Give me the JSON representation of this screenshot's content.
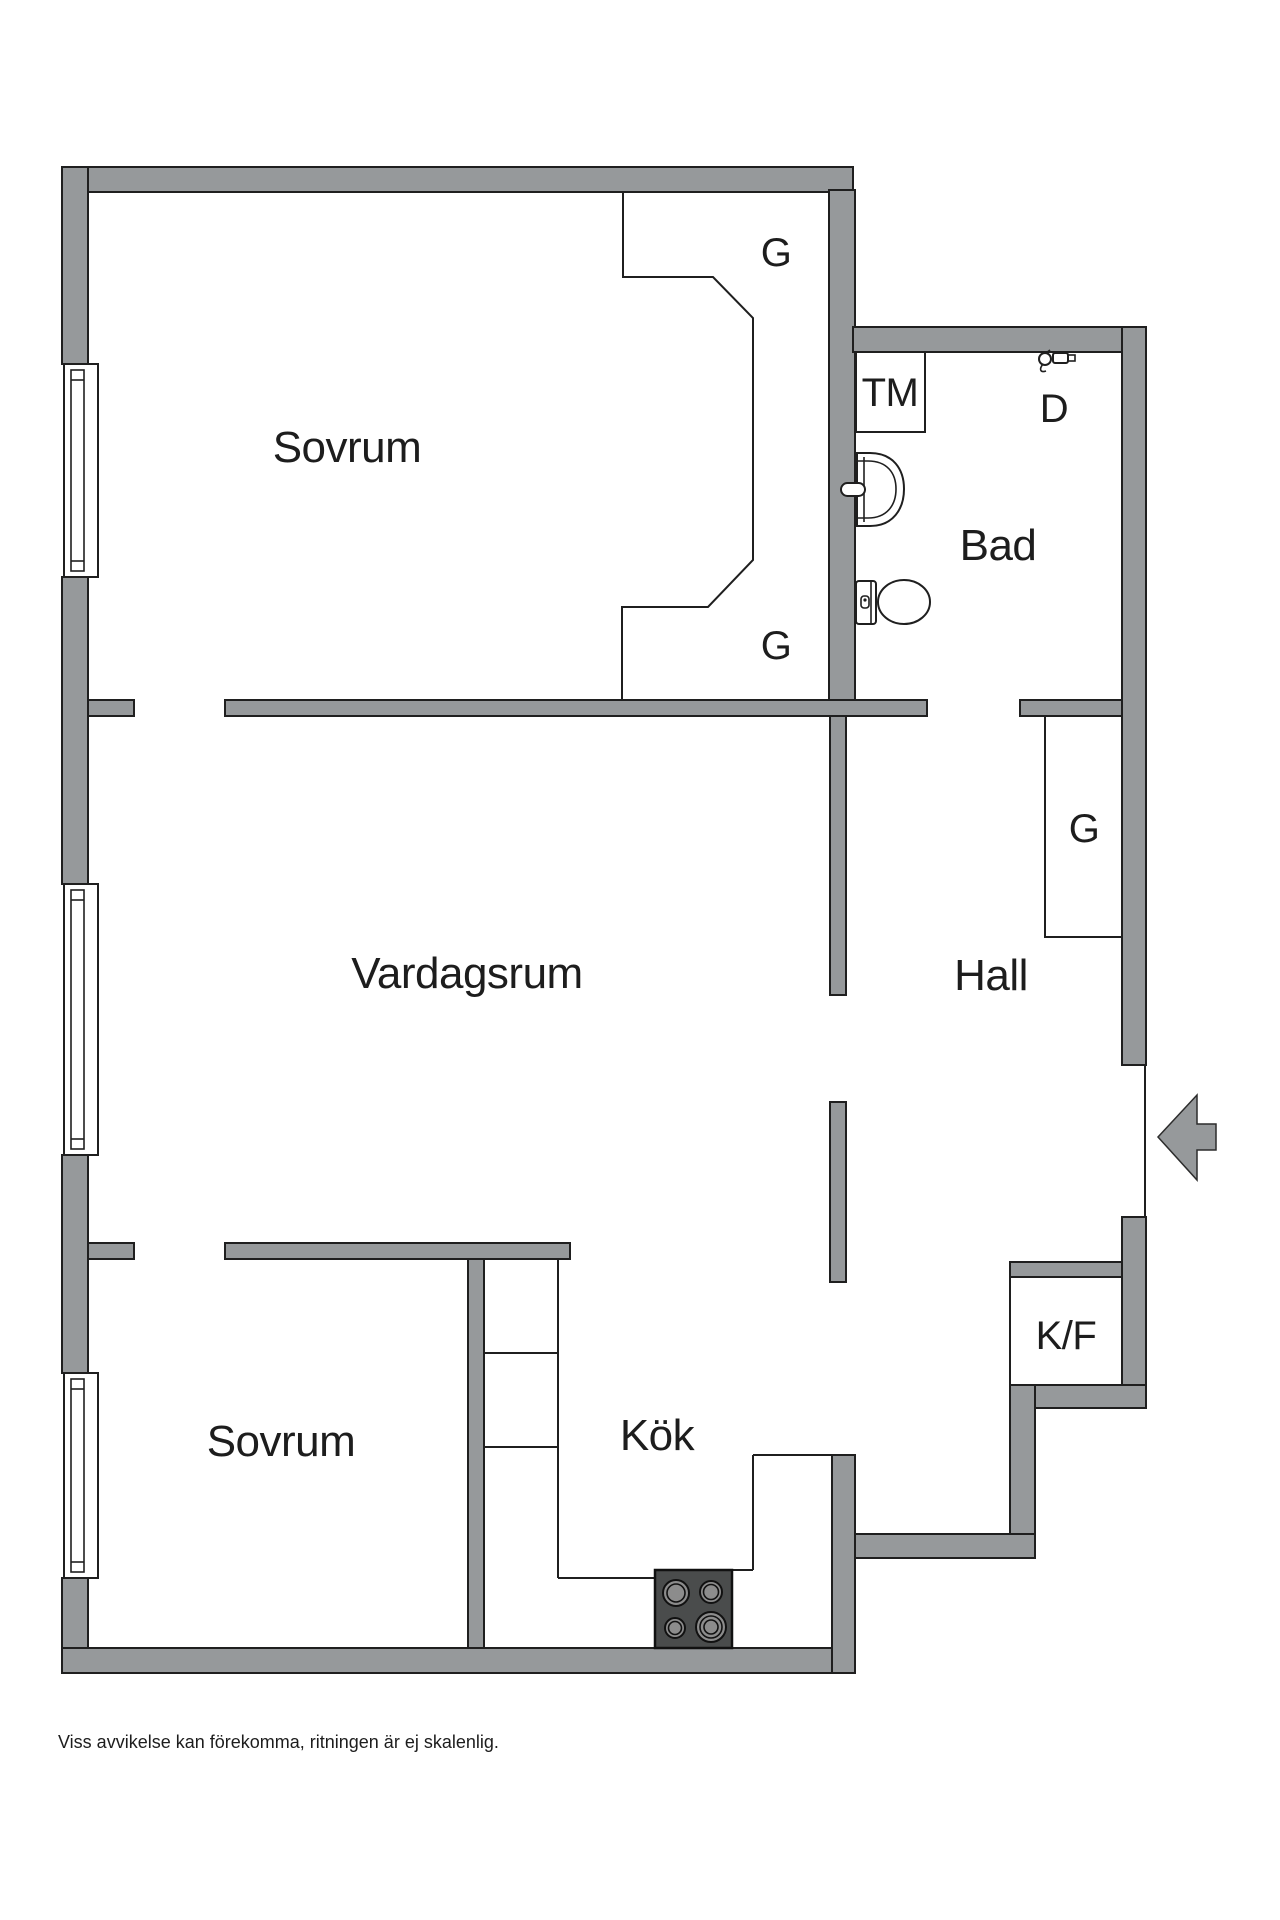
{
  "colors": {
    "bg": "#ffffff",
    "wall": "#96999b",
    "line": "#1f1f1f",
    "stove_body": "#4a4c4c",
    "burner": "#8c8c8c",
    "text": "#1d1d1d"
  },
  "rooms": {
    "sovrum_top": "Sovrum",
    "vardagsrum": "Vardagsrum",
    "sovrum_bottom": "Sovrum",
    "kok": "Kök",
    "hall": "Hall",
    "bad": "Bad"
  },
  "fixtures": {
    "closet_top": "G",
    "closet_bottom": "G",
    "closet_hall": "G",
    "washing_machine": "TM",
    "shower": "D",
    "fridge_freezer": "K/F"
  },
  "footer": {
    "disclaimer": "Viss avvikelse kan förekomma, ritningen är ej skalenlig."
  }
}
